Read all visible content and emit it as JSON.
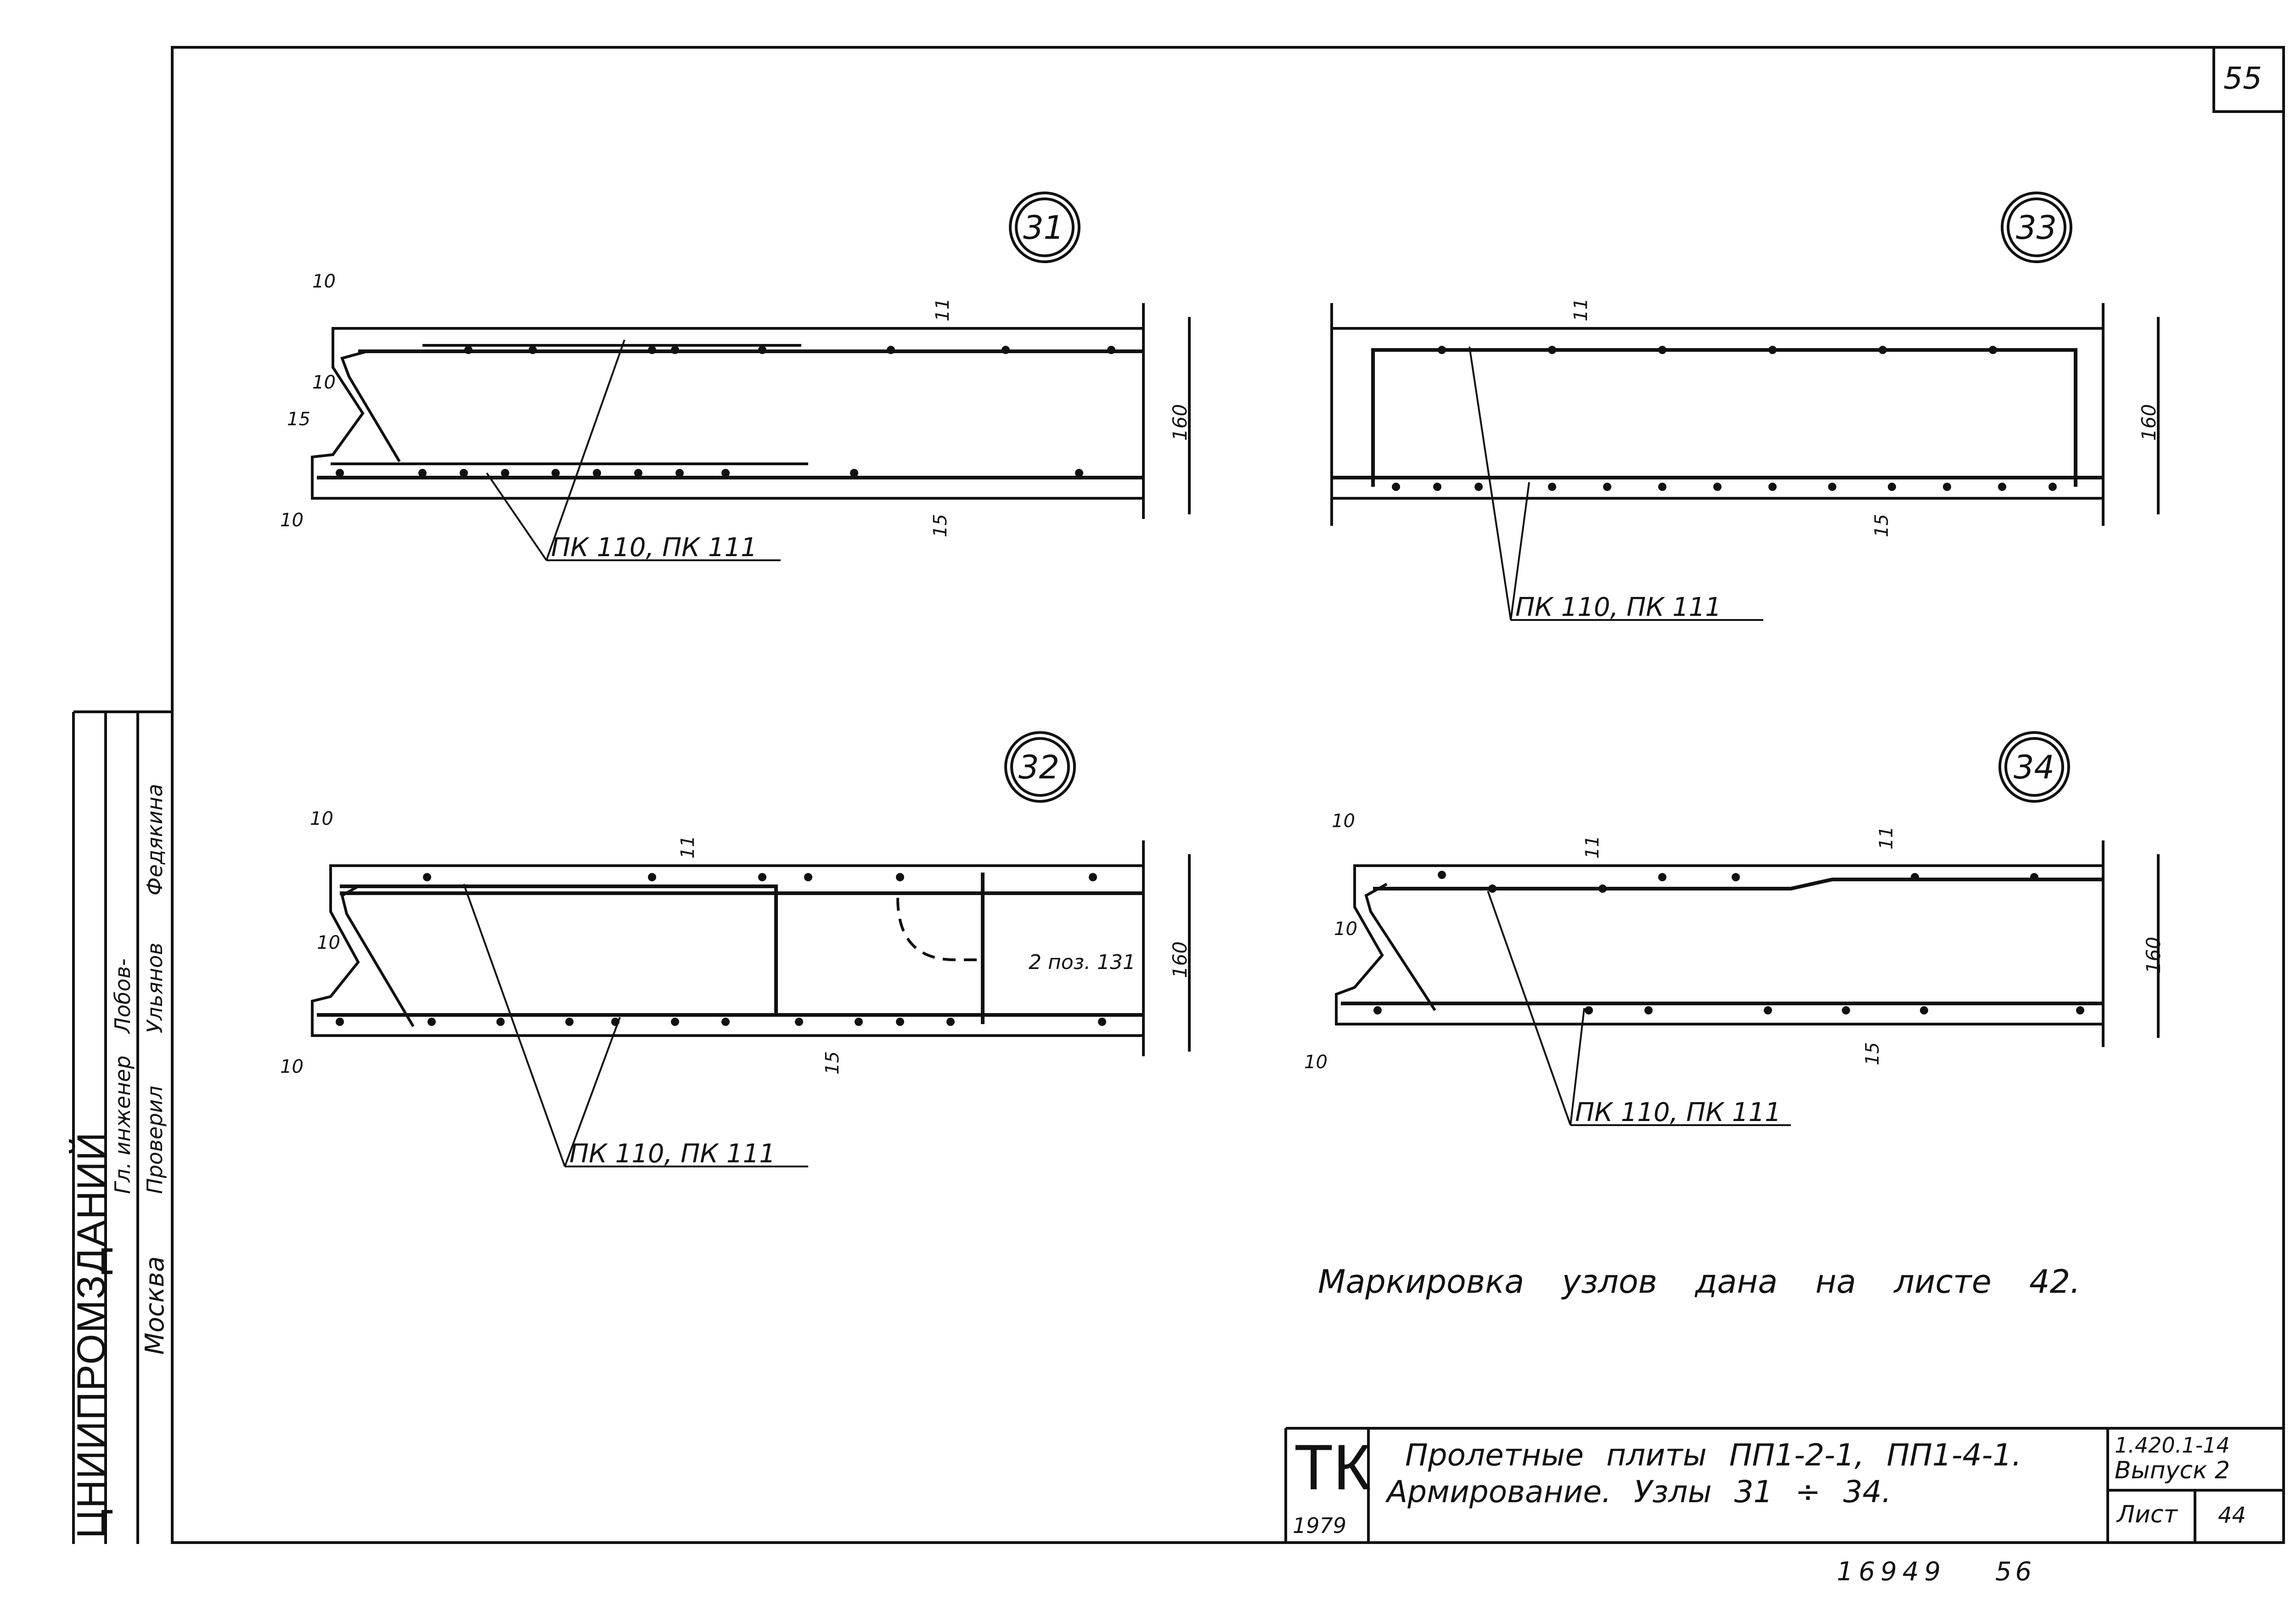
{
  "sheet": {
    "page_number": "55",
    "bottom_stamp_left": "16949",
    "bottom_stamp_right": "56"
  },
  "org": {
    "name": "ЦНИИПРОМЗДАНИЙ",
    "city": "Москва",
    "roles": [
      "Гл. инженер",
      "Проверил"
    ],
    "signatures": [
      "Лобов-",
      "Ульянов",
      "Федякина"
    ]
  },
  "nodes": [
    {
      "number": "31",
      "label": "ПК 110, ПК 111",
      "dims": {
        "top_gap": "10",
        "bevel": "10",
        "lower": "15",
        "bottom_gap": "10",
        "rebar_top": "11",
        "rebar_bottom": "15",
        "height": "160"
      }
    },
    {
      "number": "33",
      "label": "ПК 110, ПК 111",
      "dims": {
        "rebar_top": "11",
        "rebar_bottom": "15",
        "height": "160"
      }
    },
    {
      "number": "32",
      "label": "ПК 110, ПК 111",
      "dims": {
        "top_gap": "10",
        "bevel": "10",
        "bottom_gap": "10",
        "rebar_top": "11",
        "rebar_bottom": "15",
        "height": "160",
        "note": "2 поз. 131"
      }
    },
    {
      "number": "34",
      "label": "ПК 110, ПК 111",
      "dims": {
        "top_gap": "10",
        "bevel": "10",
        "bottom_gap": "10",
        "rebar_top": "11",
        "rebar_top_right": "11",
        "rebar_bottom": "15",
        "height": "160"
      }
    }
  ],
  "note": "Маркировка узлов дана на листе 42.",
  "title_block": {
    "logo": "ТК",
    "year": "1979",
    "title_line1": "Пролетные плиты ПП1-2-1, ПП1-4-1.",
    "title_line2": "Армирование. Узлы 31 ÷ 34.",
    "series": "1.420.1-14",
    "issue": "Выпуск 2",
    "sheet_label": "Лист",
    "sheet_value": "44"
  }
}
